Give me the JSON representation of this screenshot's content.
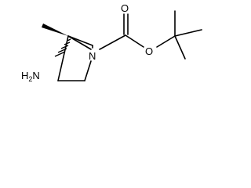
{
  "molecule": {
    "atoms": {
      "nitrogen_ring": "N",
      "oxygen_carbonyl": "O",
      "oxygen_ester": "O",
      "amine": "H2N"
    },
    "colors": {
      "bond": "#000000",
      "label": "#000000",
      "background": "#ffffff"
    }
  }
}
